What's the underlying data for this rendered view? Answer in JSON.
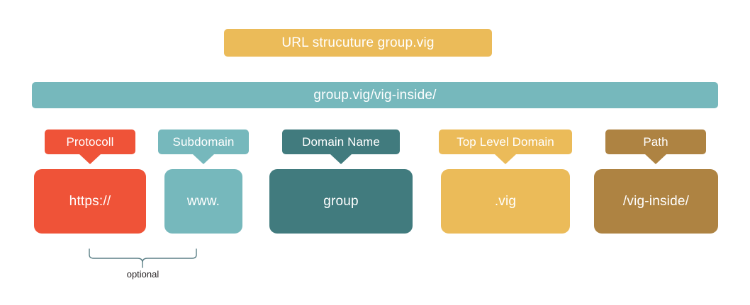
{
  "diagram": {
    "title": "URL strucuture group.vig",
    "full_url": "group.vig/vig-inside/",
    "parts": [
      {
        "label": "Protocoll",
        "value": "https://",
        "color": "#EF5338"
      },
      {
        "label": "Subdomain",
        "value": "www.",
        "color": "#76B8BC"
      },
      {
        "label": "Domain Name",
        "value": "group",
        "color": "#417B7E"
      },
      {
        "label": "Top Level Domain",
        "value": ".vig",
        "color": "#EBBB59"
      },
      {
        "label": "Path",
        "value": "/vig-inside/",
        "color": "#AE8342"
      }
    ],
    "annotation": {
      "brace_label": "optional"
    },
    "colors": {
      "title_bar": "#EBBB59",
      "url_bar": "#76B8BC",
      "red": "#EF5338",
      "light_teal": "#76B8BC",
      "dark_teal": "#417B7E",
      "yellow": "#EBBB59",
      "brown": "#AE8342",
      "background": "#FFFFFF",
      "annotation_text": "#231F20",
      "brace_stroke": "#5B7F86"
    }
  }
}
